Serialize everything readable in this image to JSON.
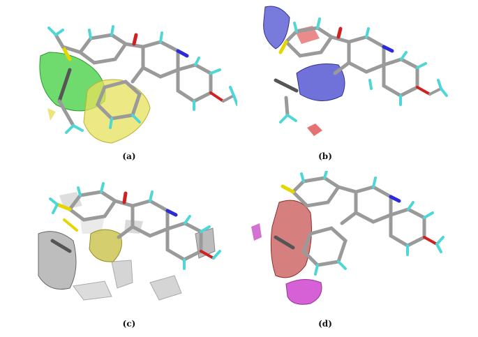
{
  "figure": {
    "panels": [
      {
        "id": "a",
        "caption": "(a)",
        "field_colors": [
          "#3fcf3f",
          "#e6e05a"
        ]
      },
      {
        "id": "b",
        "caption": "(b)",
        "field_colors": [
          "#4c4fd0",
          "#e05a5a"
        ]
      },
      {
        "id": "c",
        "caption": "(c)",
        "field_colors": [
          "#9a9a9a",
          "#c9c24a"
        ]
      },
      {
        "id": "d",
        "caption": "(d)",
        "field_colors": [
          "#c85454",
          "#d24fd2"
        ]
      }
    ],
    "atom_colors": {
      "carbon": "#9a9a9a",
      "hydrogen": "#4fd6d6",
      "nitrogen": "#2b2bd8",
      "oxygen": "#d02020",
      "sulfur": "#e6d600"
    }
  }
}
